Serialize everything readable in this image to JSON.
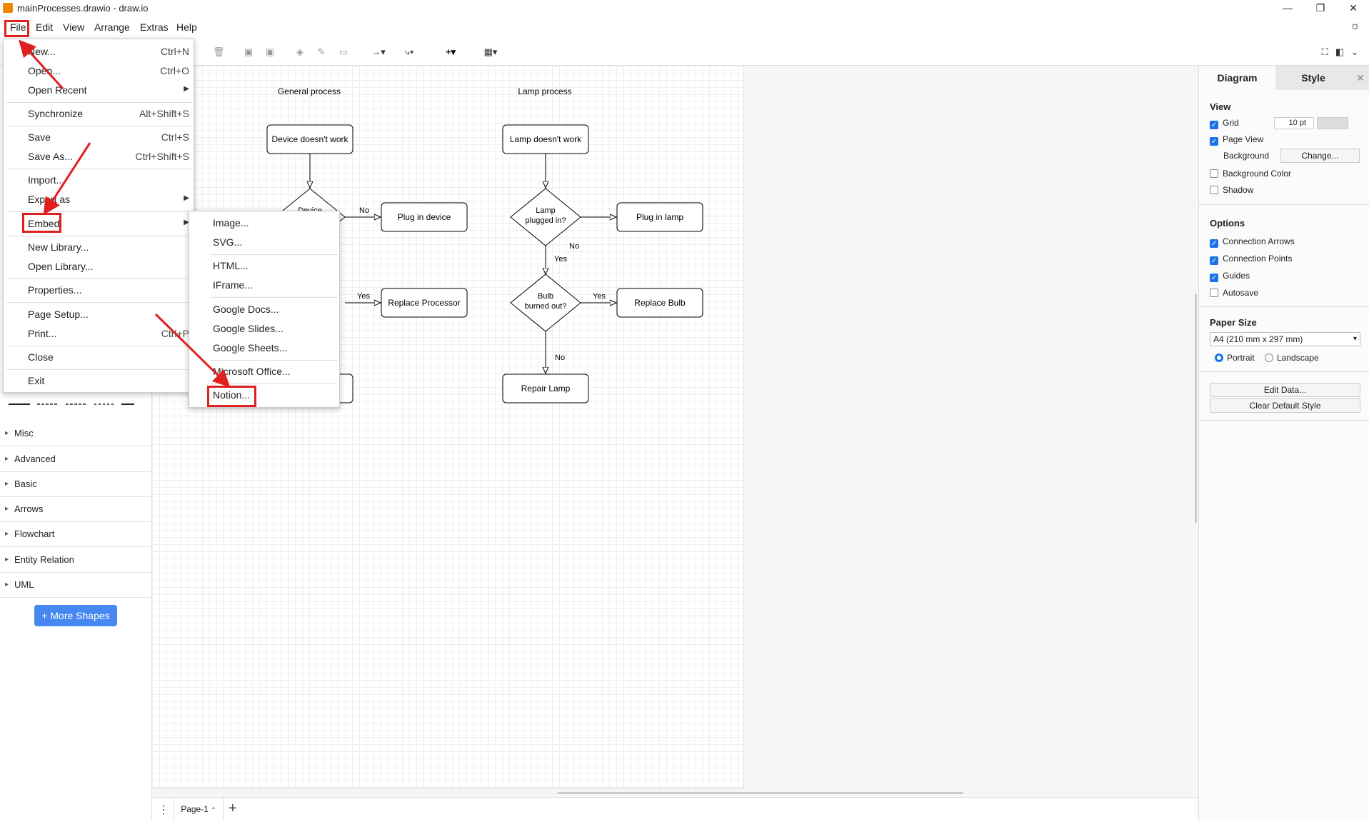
{
  "window": {
    "title": "mainProcesses.drawio - draw.io"
  },
  "menubar": {
    "items": [
      "File",
      "Edit",
      "View",
      "Arrange",
      "Extras",
      "Help"
    ]
  },
  "file_menu": {
    "items": [
      {
        "label": "New...",
        "shortcut": "Ctrl+N"
      },
      {
        "label": "Open...",
        "shortcut": "Ctrl+O"
      },
      {
        "label": "Open Recent",
        "submenu": true
      },
      {
        "label": "Synchronize",
        "shortcut": "Alt+Shift+S"
      },
      {
        "label": "Save",
        "shortcut": "Ctrl+S"
      },
      {
        "label": "Save As...",
        "shortcut": "Ctrl+Shift+S"
      },
      {
        "label": "Import..."
      },
      {
        "label": "Export as",
        "submenu": true
      },
      {
        "label": "Embed",
        "submenu": true
      },
      {
        "label": "New Library..."
      },
      {
        "label": "Open Library..."
      },
      {
        "label": "Properties..."
      },
      {
        "label": "Page Setup..."
      },
      {
        "label": "Print...",
        "shortcut": "Ctrl+P"
      },
      {
        "label": "Close"
      },
      {
        "label": "Exit"
      }
    ]
  },
  "embed_menu": {
    "items": [
      "Image...",
      "SVG...",
      "HTML...",
      "IFrame...",
      "Google Docs...",
      "Google Slides...",
      "Google Sheets...",
      "Microsoft Office...",
      "Notion..."
    ]
  },
  "sidebar": {
    "categories": [
      "Misc",
      "Advanced",
      "Basic",
      "Arrows",
      "Flowchart",
      "Entity Relation",
      "UML"
    ],
    "more_shapes": "+ More Shapes"
  },
  "diagram": {
    "general_title": "General process",
    "lamp_title": "Lamp process",
    "general_start": "Device doesn't work",
    "general_decision1": "Device",
    "general_plug": "Plug in device",
    "general_replace": "Replace Processor",
    "lamp_start": "Lamp doesn't work",
    "lamp_decision1": "Lamp plugged in?",
    "lamp_plug": "Plug in lamp",
    "lamp_decision2": "Bulb burned out?",
    "lamp_replace": "Replace Bulb",
    "lamp_repair": "Repair Lamp",
    "label_no": "No",
    "label_yes": "Yes"
  },
  "pagebar": {
    "page_tab": "Page-1"
  },
  "format_panel": {
    "tabs": [
      "Diagram",
      "Style"
    ],
    "view_heading": "View",
    "grid_label": "Grid",
    "grid_size": "10 pt",
    "page_view_label": "Page View",
    "background_label": "Background",
    "change_button": "Change...",
    "background_color_label": "Background Color",
    "shadow_label": "Shadow",
    "options_heading": "Options",
    "connection_arrows_label": "Connection Arrows",
    "connection_points_label": "Connection Points",
    "guides_label": "Guides",
    "autosave_label": "Autosave",
    "paper_size_heading": "Paper Size",
    "paper_size_value": "A4 (210 mm x 297 mm)",
    "portrait_label": "Portrait",
    "landscape_label": "Landscape",
    "edit_data_button": "Edit Data...",
    "clear_style_button": "Clear Default Style"
  }
}
